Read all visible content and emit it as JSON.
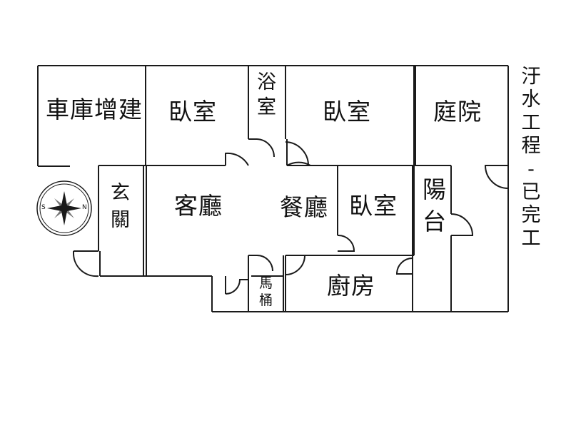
{
  "rooms": {
    "garage": "車庫增建",
    "bedroom_left": "臥室",
    "bath_chars": [
      "浴",
      "室"
    ],
    "bedroom_mid": "臥室",
    "courtyard": "庭院",
    "foyer_chars": [
      "玄",
      "關"
    ],
    "living": "客廳",
    "dining": "餐廳",
    "bedroom_small": "臥室",
    "balcony_chars": [
      "陽",
      "台"
    ],
    "toilet_chars": [
      "馬",
      "桶"
    ],
    "kitchen": "廚房"
  },
  "side_note_chars": [
    "汙",
    "水",
    "工",
    "程",
    "-",
    "已",
    "完",
    "工"
  ],
  "compass": {
    "south": "S",
    "north": "N"
  },
  "colors": {
    "wall": "#1a1a1a",
    "background": "#ffffff"
  }
}
